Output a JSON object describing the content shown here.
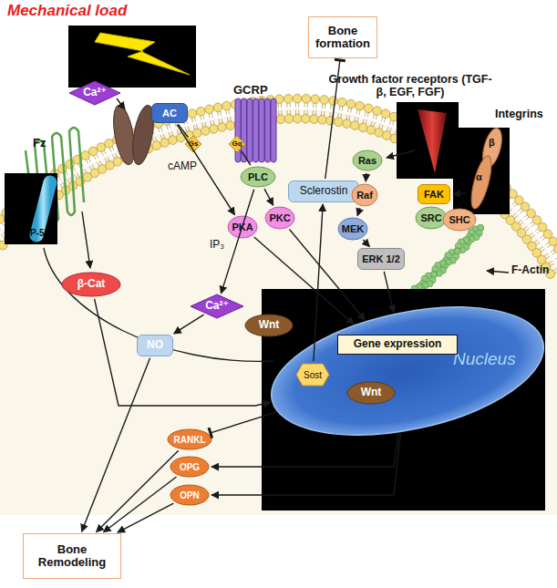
{
  "diagram": {
    "nodes": [
      {
        "text": [
          "Ca²⁺"
        ]
      },
      {
        "text": [
          "Bone formation"
        ]
      },
      {
        "text": [
          "AC"
        ]
      },
      {
        "text": [
          "Gs"
        ]
      },
      {
        "text": [
          "Gq"
        ]
      },
      {
        "text": [
          "PLC"
        ]
      },
      {
        "text": [
          "Sclerostin"
        ]
      },
      {
        "text": [
          "Ras"
        ]
      },
      {
        "text": [
          "Raf"
        ]
      },
      {
        "text": [
          "MEK"
        ]
      },
      {
        "text": [
          "ERK 1/2"
        ]
      },
      {
        "text": [
          "FAK"
        ]
      },
      {
        "text": [
          "SRC"
        ]
      },
      {
        "text": [
          "SHC"
        ]
      },
      {
        "text": [
          "PKC"
        ]
      },
      {
        "text": [
          "PKA"
        ]
      },
      {
        "text": [
          "β-Cat"
        ]
      },
      {
        "text": [
          "Ca²⁺"
        ]
      },
      {
        "text": [
          "Wnt"
        ]
      },
      {
        "text": [
          "NO"
        ]
      },
      {
        "text": [
          "Nucleus"
        ]
      },
      {
        "text": [
          "Gene expression"
        ],
        "in": 20
      },
      {
        "text": [
          "Sost"
        ],
        "in": 20
      },
      {
        "text": [
          "Wnt"
        ],
        "in": 20
      },
      {
        "text": [
          "RANKL"
        ]
      },
      {
        "text": [
          "OPG"
        ]
      },
      {
        "text": [
          "OPN"
        ]
      },
      {
        "text": [
          "Bone Remodeling"
        ]
      }
    ],
    "edges": [
      {
        "from": 2,
        "to": 15,
        "arrow": "to"
      },
      {
        "from": 4,
        "to": 5,
        "arrow": "none"
      },
      {
        "from": 5,
        "to": 14,
        "arrow": "to"
      },
      {
        "from": 5,
        "to": 17,
        "arrow": "to"
      },
      {
        "from": 17,
        "to": 19,
        "arrow": "to"
      },
      {
        "from": 19,
        "to": 27,
        "arrow": "to"
      },
      {
        "from": 7,
        "to": 8,
        "arrow": "to"
      },
      {
        "from": 8,
        "to": 9,
        "arrow": "to"
      },
      {
        "from": 9,
        "to": 10,
        "arrow": "to"
      },
      {
        "from": 6,
        "to": 1,
        "arrow": "to"
      },
      {
        "from": 22,
        "to": 6,
        "arrow": "to"
      },
      {
        "from": 16,
        "to": 20,
        "arrow": "to"
      },
      {
        "from": 15,
        "to": 20,
        "arrow": "to"
      },
      {
        "from": 14,
        "to": 20,
        "arrow": "to"
      },
      {
        "from": 10,
        "to": 20,
        "arrow": "to"
      },
      {
        "from": 20,
        "to": 24,
        "arrow": "to"
      },
      {
        "from": 20,
        "to": 25,
        "arrow": "to"
      },
      {
        "from": 20,
        "to": 26,
        "arrow": "to"
      },
      {
        "from": 24,
        "to": 27,
        "arrow": "to"
      },
      {
        "from": 25,
        "to": 27,
        "arrow": "to"
      },
      {
        "from": 26,
        "to": 27,
        "arrow": "to"
      },
      {
        "from": 3,
        "to": 2,
        "arrow": "none"
      }
    ],
    "labels": [
      "Mechanical load",
      "GCRP",
      "Growth factor receptors (TGF-β, EGF, FGF)",
      "Integrins",
      "Fz",
      "P-5",
      "cAMP",
      "IP₃",
      "F-Actin",
      "β",
      "α"
    ]
  }
}
